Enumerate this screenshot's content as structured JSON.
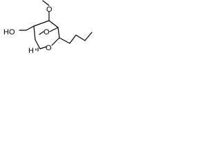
{
  "molecule": {
    "atoms": {
      "methoxy_oxygen": "O",
      "bridge_oxygen": "O",
      "ring_oxygen": "O",
      "hydroxyl": "HO",
      "hydrogen": "H"
    }
  },
  "colors": {
    "line": "#000000",
    "background": "#ffffff"
  }
}
